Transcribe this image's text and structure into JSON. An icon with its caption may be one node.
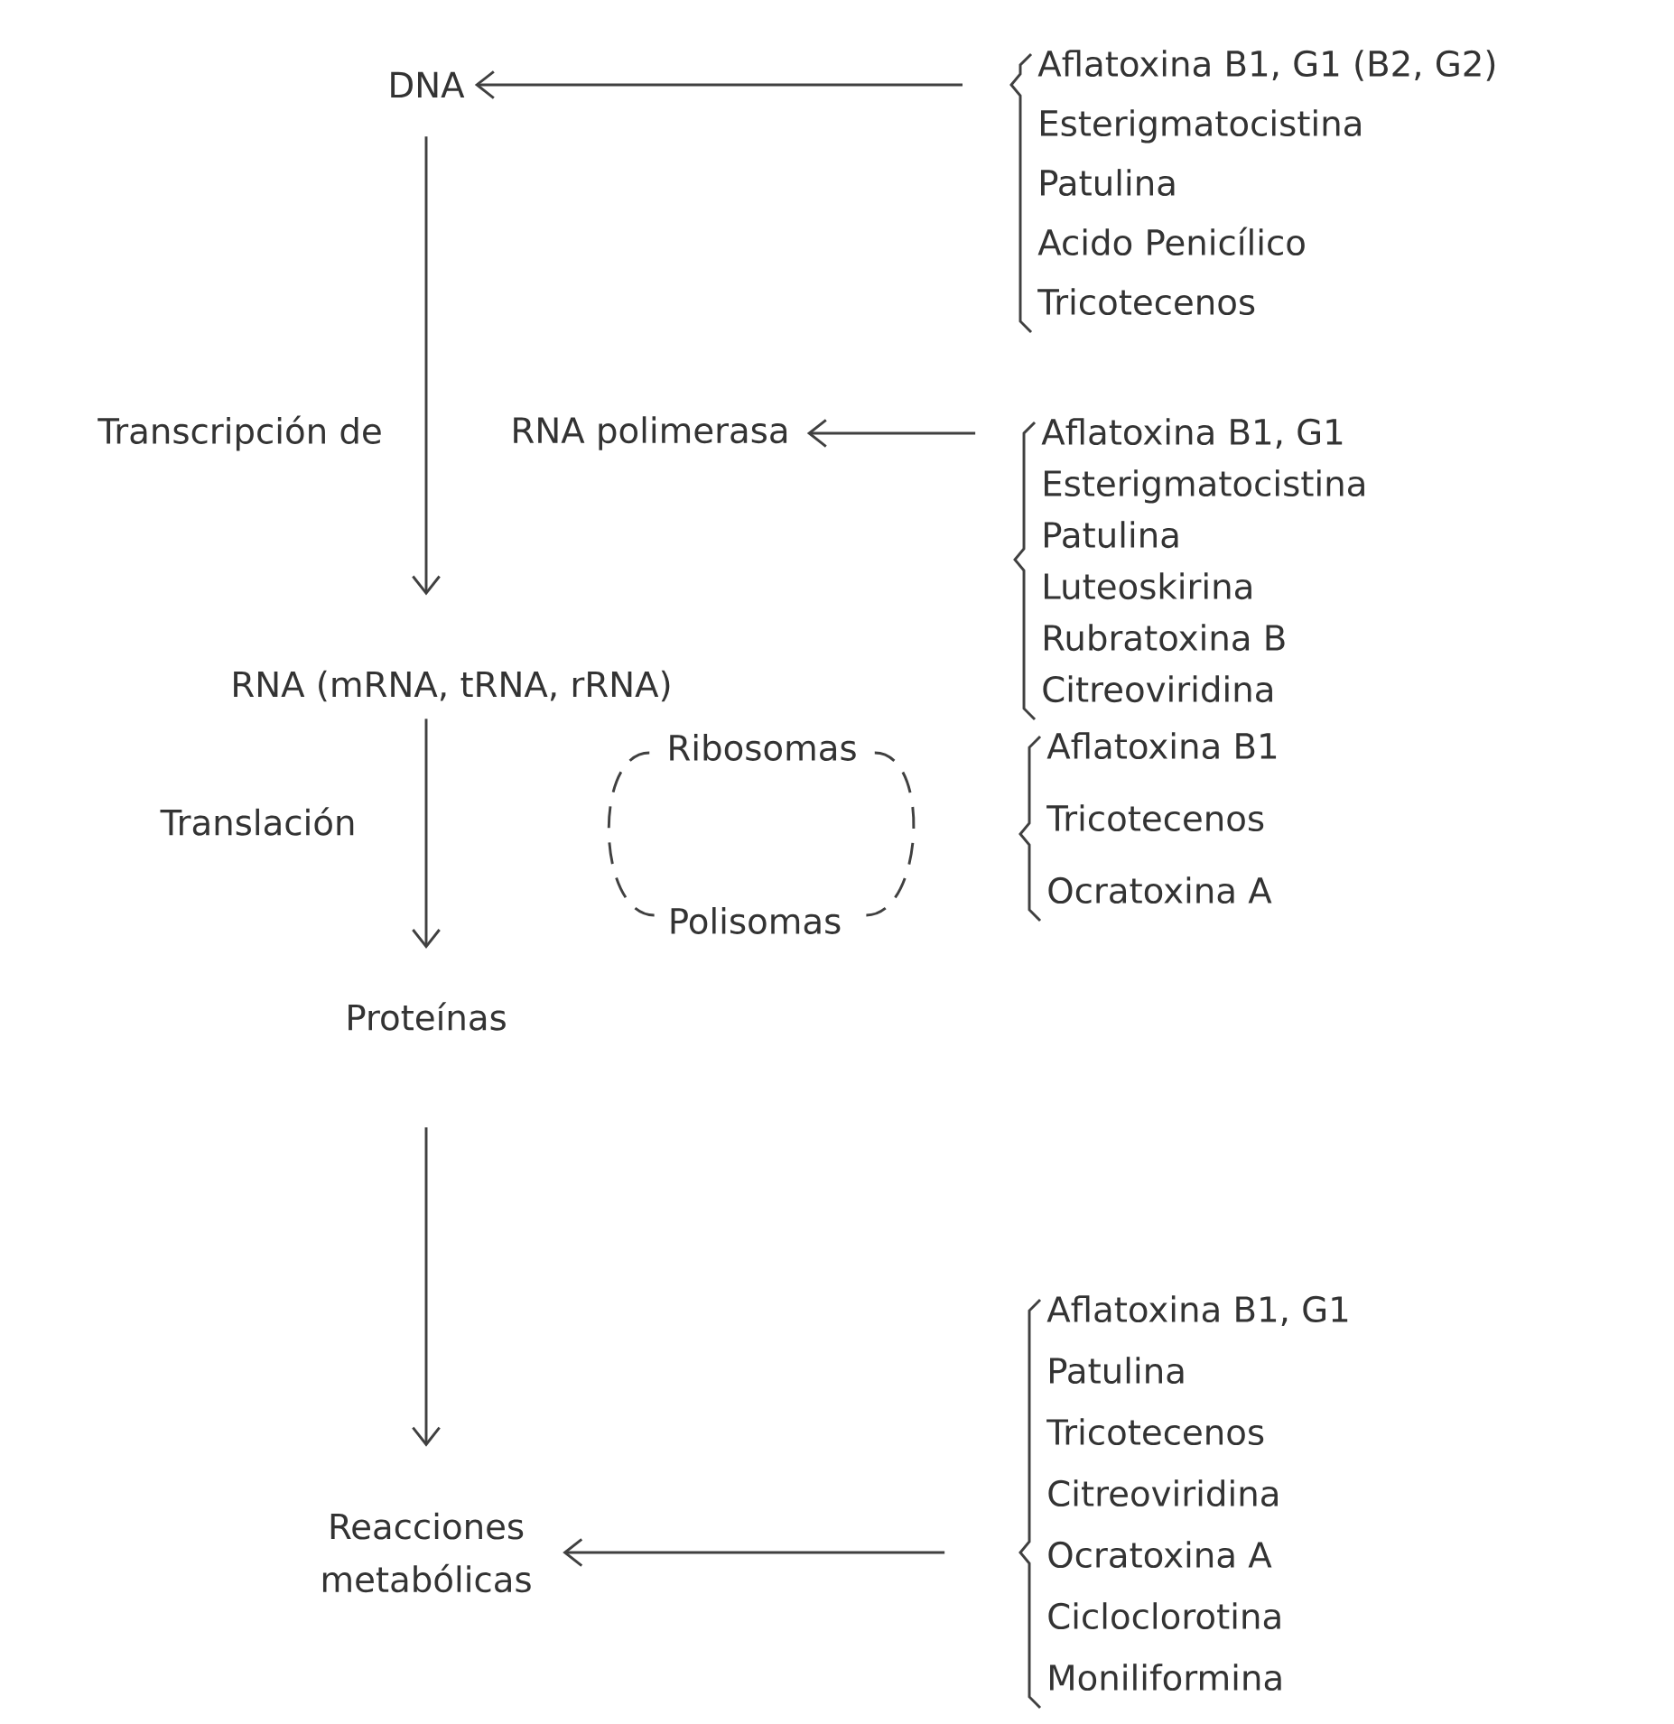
{
  "diagram": {
    "nodes": [
      {
        "text": [
          "DNA"
        ]
      },
      {
        "text": [
          "Aflatoxina B1, G1 (B2, G2)",
          "Esterigmatocistina",
          "Patulina",
          "Acido Penicílico",
          "Tricotecenos"
        ]
      },
      {
        "text": [
          "RNA polimerasa"
        ]
      },
      {
        "text": [
          "Aflatoxina B1, G1",
          "Esterigmatocistina",
          "Patulina",
          "Luteoskirina",
          "Rubratoxina B",
          "Citreoviridina"
        ]
      },
      {
        "text": [
          "RNA (mRNA, tRNA, rRNA)"
        ]
      },
      {
        "text": [
          "Ribosomas"
        ]
      },
      {
        "text": [
          "Polisomas"
        ]
      },
      {
        "text": [
          "Aflatoxina B1",
          "Tricotecenos",
          "Ocratoxina A"
        ]
      },
      {
        "text": [
          "Proteínas"
        ]
      },
      {
        "text": [
          "Reacciones metabólicas"
        ]
      },
      {
        "text": [
          "Aflatoxina B1, G1",
          "Patulina",
          "Tricotecenos",
          "Citreoviridina",
          "Ocratoxina A",
          "Cicloclorotina",
          "Moniliformina"
        ]
      }
    ],
    "edges": [
      {
        "from": 1,
        "to": 0,
        "arrow": "to"
      },
      {
        "from": 0,
        "to": 4,
        "arrow": "to",
        "label": "Transcripción de"
      },
      {
        "from": 3,
        "to": 2,
        "arrow": "to"
      },
      {
        "from": 4,
        "to": 8,
        "arrow": "to",
        "label": "Translación"
      },
      {
        "from": 5,
        "to": 6,
        "arrow": "none",
        "style": "dashed"
      },
      {
        "from": 5,
        "to": 6,
        "arrow": "none",
        "style": "dashed"
      },
      {
        "from": 8,
        "to": 9,
        "arrow": "to"
      },
      {
        "from": 10,
        "to": 9,
        "arrow": "to"
      }
    ]
  }
}
